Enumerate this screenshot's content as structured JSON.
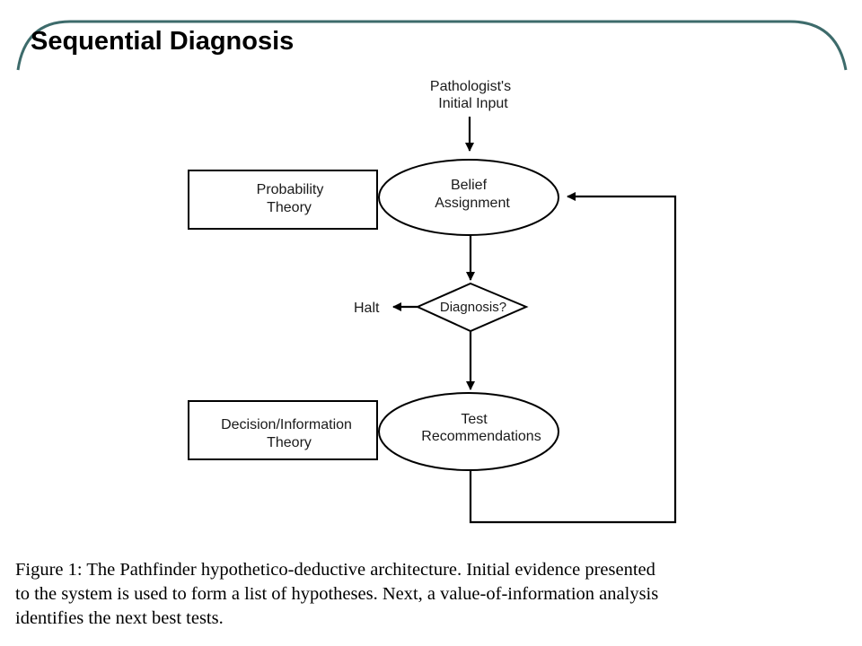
{
  "slide": {
    "title": "Sequential Diagnosis",
    "frame_color": "#3d6b6b"
  },
  "diagram": {
    "top_input": [
      "Pathologist's",
      "Initial  Input"
    ],
    "belief_node": [
      "Belief",
      "Assignment"
    ],
    "probability_box": [
      "Probability",
      "Theory"
    ],
    "decision_diamond": "Diagnosis?",
    "halt_label": "Halt",
    "test_node": [
      "Test",
      "Recommendations"
    ],
    "decision_box": [
      "Decision/Information",
      "Theory"
    ],
    "stroke_color": "#000000"
  },
  "caption": {
    "lines": [
      "Figure 1:  The Pathfinder hypothetico-deductive architecture.  Initial evidence presented",
      "to the system is used to form a list of hypotheses.  Next, a value-of-information analysis",
      "identifies the next best tests."
    ]
  }
}
